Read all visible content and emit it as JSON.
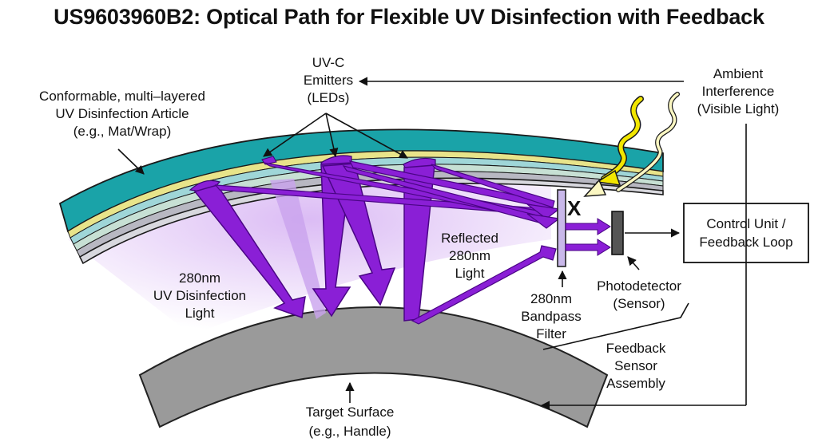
{
  "title": "US9603960B2: Optical Path for Flexible UV Disinfection with Feedback",
  "labels": {
    "article": [
      "Conformable, multi–layered",
      "UV Disinfection Article",
      "(e.g., Mat/Wrap)"
    ],
    "emitters": [
      "UV-C",
      "Emitters",
      "(LEDs)"
    ],
    "ambient": [
      "Ambient",
      "Interference",
      "(Visible Light)"
    ],
    "uv_light": [
      "280nm",
      "UV Disinfection",
      "Light"
    ],
    "reflected": [
      "Reflected",
      "280nm",
      "Light"
    ],
    "filter": [
      "280nm",
      "Bandpass",
      "Filter"
    ],
    "photodetector": [
      "Photodetector",
      "(Sensor)"
    ],
    "feedback_assembly": [
      "Feedback",
      "Sensor",
      "Assembly"
    ],
    "control_unit": [
      "Control Unit /",
      "Feedback Loop"
    ],
    "target": [
      "Target Surface",
      "(e.g., Handle)"
    ],
    "block_mark": "X"
  },
  "colors": {
    "uv_purple": "#8a1fd6",
    "uv_dark": "#5a0a9e",
    "teal": "#1aa3a8",
    "target_gray": "#9a9a9a",
    "filter_lavender": "#c9b8ea",
    "sensor_gray": "#555555",
    "visible_yellow": "#f2e600"
  }
}
